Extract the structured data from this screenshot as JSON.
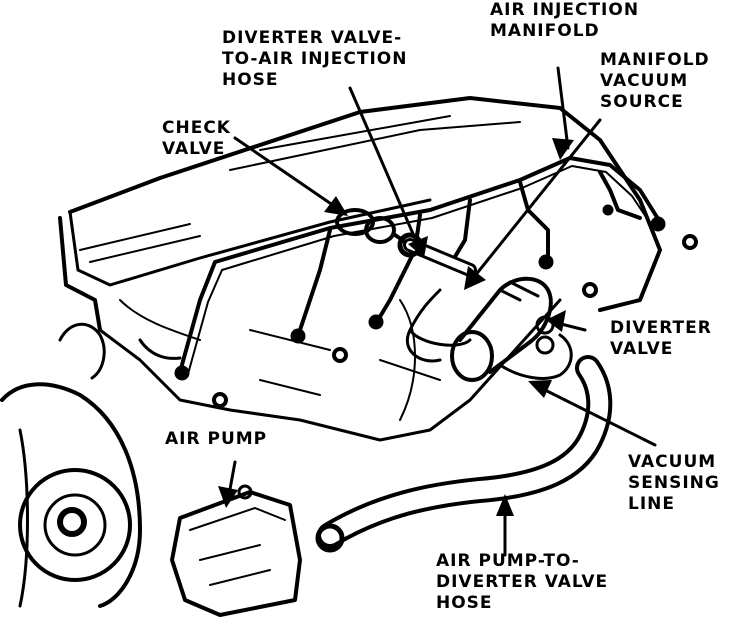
{
  "colors": {
    "ink": "#000000",
    "paper": "#ffffff"
  },
  "labels": {
    "air_injection_manifold": [
      "AIR INJECTION",
      "MANIFOLD"
    ],
    "diverter_valve_hose": [
      "DIVERTER VALVE-",
      "TO-AIR INJECTION",
      "HOSE"
    ],
    "manifold_vacuum_source": [
      "MANIFOLD",
      "VACUUM",
      "SOURCE"
    ],
    "check_valve": [
      "CHECK",
      "VALVE"
    ],
    "diverter_valve": [
      "DIVERTER",
      "VALVE"
    ],
    "air_pump": [
      "AIR PUMP"
    ],
    "vacuum_sensing_line": [
      "VACUUM",
      "SENSING",
      "LINE"
    ],
    "air_pump_hose": [
      "AIR PUMP-TO-",
      "DIVERTER VALVE",
      "HOSE"
    ]
  }
}
